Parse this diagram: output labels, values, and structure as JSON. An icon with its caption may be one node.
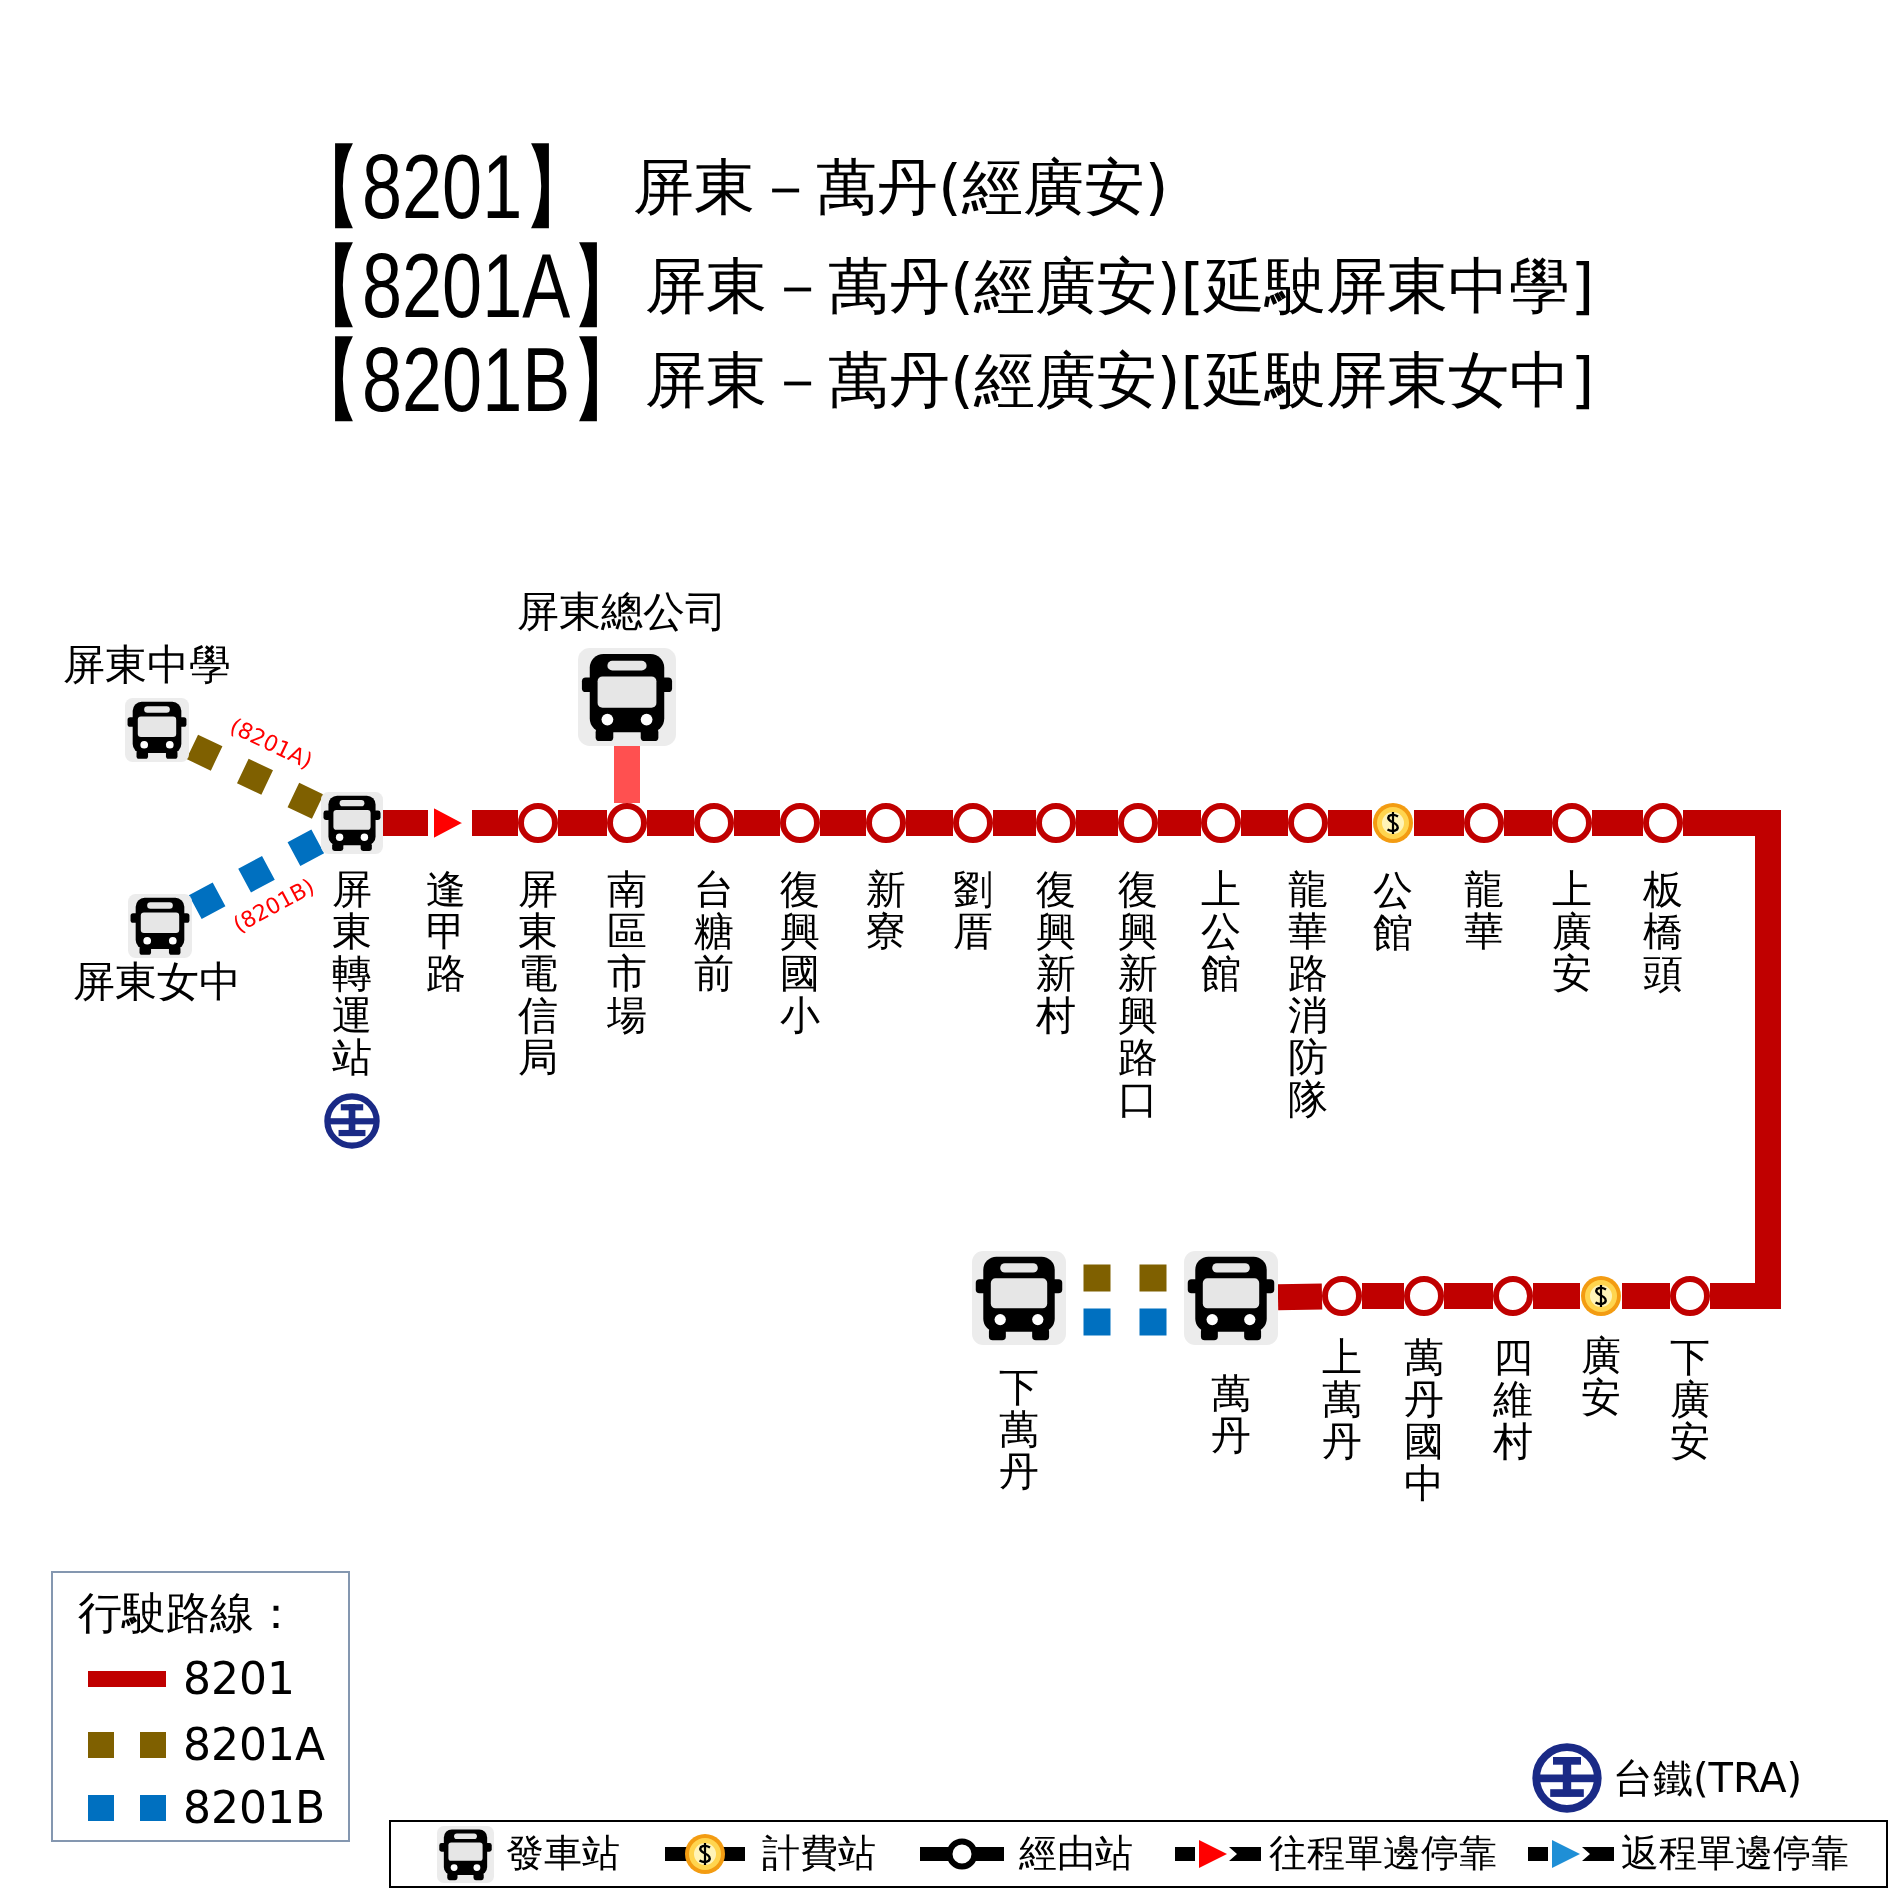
{
  "diagram": {
    "nodes": [
      {
        "text": [],
        "shape": "bus",
        "beside": [
          "屏東中學"
        ]
      },
      {
        "text": [],
        "shape": "bus",
        "beside": [
          "屏東女中"
        ]
      },
      {
        "text": [],
        "shape": "bus",
        "beside": [
          "屏東轉運站"
        ]
      },
      {
        "text": [],
        "shape": "bus",
        "beside": [
          "屏東總公司"
        ]
      },
      {
        "text": [],
        "shape": "triangle",
        "beside": [
          "逢甲路"
        ]
      },
      {
        "text": [],
        "shape": "circle",
        "beside": [
          "屏東電信局"
        ]
      },
      {
        "text": [],
        "shape": "circle",
        "beside": [
          "南區市場"
        ]
      },
      {
        "text": [],
        "shape": "circle",
        "beside": [
          "台糖前"
        ]
      },
      {
        "text": [],
        "shape": "circle",
        "beside": [
          "復興國小"
        ]
      },
      {
        "text": [],
        "shape": "circle",
        "beside": [
          "新寮"
        ]
      },
      {
        "text": [],
        "shape": "circle",
        "beside": [
          "劉厝"
        ]
      },
      {
        "text": [],
        "shape": "circle",
        "beside": [
          "復興新村"
        ]
      },
      {
        "text": [],
        "shape": "circle",
        "beside": [
          "復興新興路口"
        ]
      },
      {
        "text": [],
        "shape": "circle",
        "beside": [
          "上公館"
        ]
      },
      {
        "text": [],
        "shape": "circle",
        "beside": [
          "龍華路消防隊"
        ]
      },
      {
        "text": [],
        "shape": "coin",
        "beside": [
          "公館"
        ]
      },
      {
        "text": [],
        "shape": "circle",
        "beside": [
          "龍華"
        ]
      },
      {
        "text": [],
        "shape": "circle",
        "beside": [
          "上廣安"
        ]
      },
      {
        "text": [],
        "shape": "circle",
        "beside": [
          "板橋頭"
        ]
      },
      {
        "text": [],
        "shape": "circle",
        "beside": [
          "下廣安"
        ]
      },
      {
        "text": [],
        "shape": "coin",
        "beside": [
          "廣安"
        ]
      },
      {
        "text": [],
        "shape": "circle",
        "beside": [
          "四維村"
        ]
      },
      {
        "text": [],
        "shape": "circle",
        "beside": [
          "萬丹國中"
        ]
      },
      {
        "text": [],
        "shape": "circle",
        "beside": [
          "上萬丹"
        ]
      },
      {
        "text": [],
        "shape": "bus",
        "beside": [
          "萬丹"
        ]
      },
      {
        "text": [],
        "shape": "bus",
        "beside": [
          "下萬丹"
        ]
      }
    ],
    "edges": [
      {
        "from": 0,
        "to": 2,
        "arrow": "none",
        "label": "(8201A)",
        "style": "dashed",
        "color": "#7f6000"
      },
      {
        "from": 1,
        "to": 2,
        "arrow": "none",
        "label": "(8201B)",
        "style": "dashed",
        "color": "#0070c0"
      },
      {
        "from": 2,
        "to": 4,
        "arrow": "none"
      },
      {
        "from": 3,
        "to": 6,
        "arrow": "none",
        "color": "#ff5050"
      },
      {
        "from": 4,
        "to": 5,
        "arrow": "none"
      },
      {
        "from": 5,
        "to": 6,
        "arrow": "none"
      },
      {
        "from": 6,
        "to": 7,
        "arrow": "none"
      },
      {
        "from": 7,
        "to": 8,
        "arrow": "none"
      },
      {
        "from": 8,
        "to": 9,
        "arrow": "none"
      },
      {
        "from": 9,
        "to": 10,
        "arrow": "none"
      },
      {
        "from": 10,
        "to": 11,
        "arrow": "none"
      },
      {
        "from": 11,
        "to": 12,
        "arrow": "none"
      },
      {
        "from": 12,
        "to": 13,
        "arrow": "none"
      },
      {
        "from": 13,
        "to": 14,
        "arrow": "none"
      },
      {
        "from": 14,
        "to": 15,
        "arrow": "none"
      },
      {
        "from": 15,
        "to": 16,
        "arrow": "none"
      },
      {
        "from": 16,
        "to": 17,
        "arrow": "none"
      },
      {
        "from": 17,
        "to": 18,
        "arrow": "none"
      },
      {
        "from": 18,
        "to": 19,
        "arrow": "none"
      },
      {
        "from": 19,
        "to": 20,
        "arrow": "none"
      },
      {
        "from": 20,
        "to": 21,
        "arrow": "none"
      },
      {
        "from": 21,
        "to": 22,
        "arrow": "none"
      },
      {
        "from": 22,
        "to": 23,
        "arrow": "none"
      },
      {
        "from": 23,
        "to": 24,
        "arrow": "none"
      },
      {
        "from": 24,
        "to": 25,
        "arrow": "none",
        "style": "dashed",
        "color": "#7f6000"
      },
      {
        "from": 24,
        "to": 25,
        "arrow": "none",
        "style": "dashed",
        "color": "#0070c0"
      }
    ],
    "labels": [
      "【8201】",
      "屏東－萬丹(經廣安)",
      "【8201A】",
      "屏東－萬丹(經廣安)[延駛屏東中學]",
      "【8201B】",
      "屏東－萬丹(經廣安)[延駛屏東女中]",
      "行駛路線："
    ],
    "legend": [
      {
        "text": "8201",
        "color": "#c00000"
      },
      {
        "text": "8201A",
        "color": "#7f6000"
      },
      {
        "text": "8201B",
        "color": "#0070c0"
      },
      {
        "text": "台鐵(TRA)"
      },
      {
        "text": "發車站"
      },
      {
        "text": "計費站"
      },
      {
        "text": "經由站"
      },
      {
        "text": "往程單邊停靠"
      },
      {
        "text": "返程單邊停靠"
      }
    ]
  }
}
